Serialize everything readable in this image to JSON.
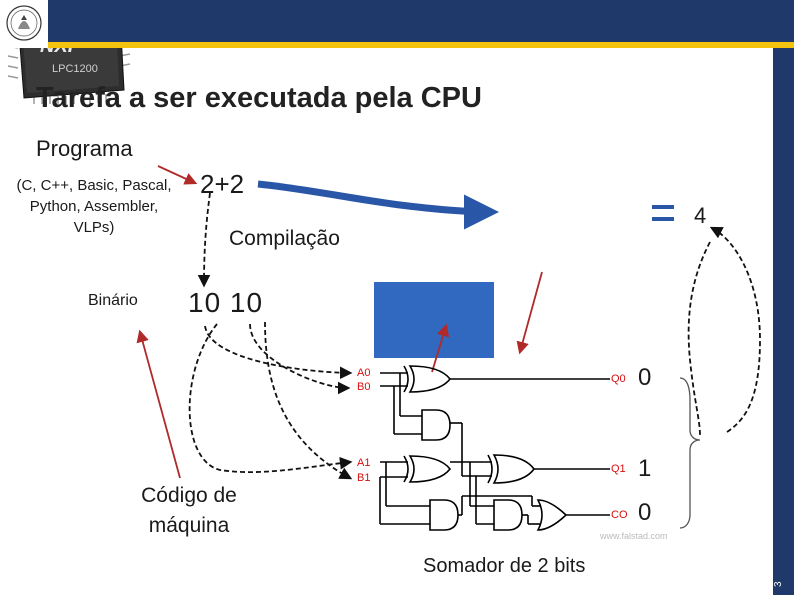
{
  "header": {
    "slide_number": "3"
  },
  "title": "Tarefa a ser executada pela CPU",
  "program": {
    "label": "Programa",
    "languages": "(C, C++, Basic, Pascal, Python, Assembler, VLPs)",
    "expression": "2+2",
    "compile_label": "Compilação"
  },
  "binary": {
    "label": "Binário",
    "value": "10 10"
  },
  "chip": {
    "brand": "NXP",
    "model": "LPC1200"
  },
  "result": "4",
  "circuit": {
    "inputs": [
      "A0",
      "B0",
      "A1",
      "B1"
    ],
    "outputs": [
      "Q0",
      "Q1",
      "CO"
    ],
    "output_values": [
      "0",
      "1",
      "0"
    ],
    "watermark": "www.falstad.com",
    "caption": "Somador de 2 bits"
  },
  "machine_code": "Código de máquina",
  "colors": {
    "header": "#1f3a6a",
    "gold": "#f2c20e",
    "box": "#3168c0",
    "arrow": "#2a56a8",
    "pin": "#d81010"
  }
}
